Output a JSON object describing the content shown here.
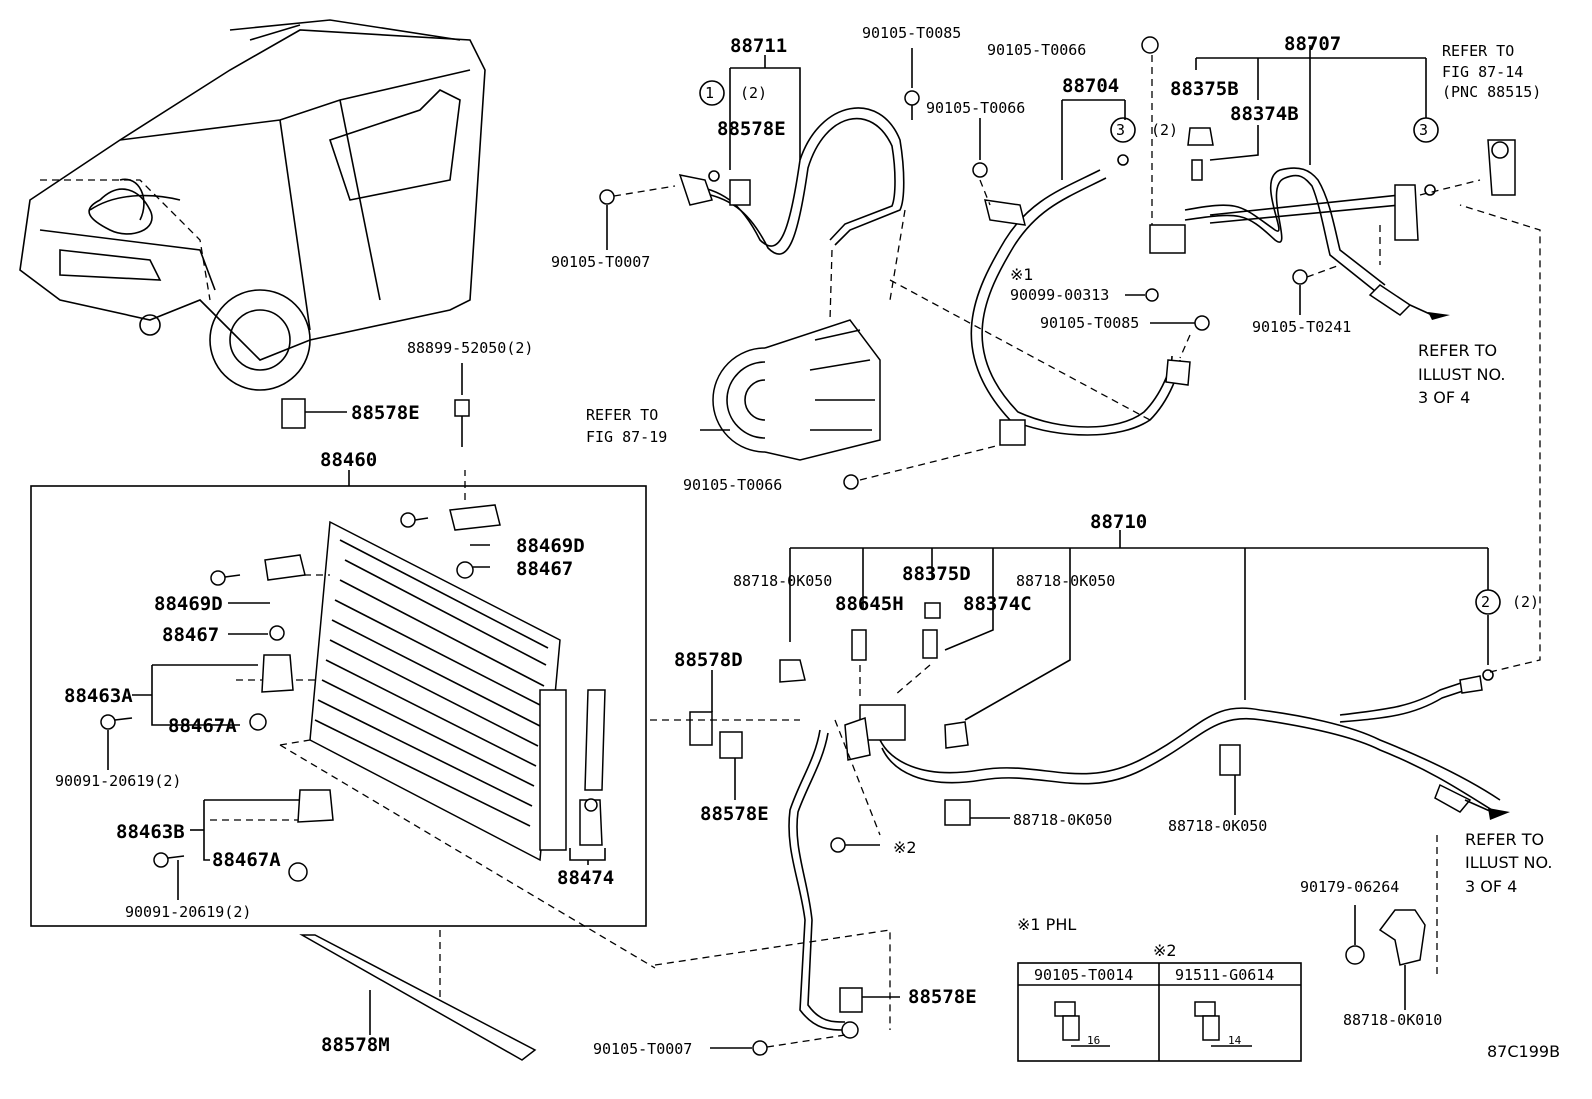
{
  "labels": {
    "p88711": "88711",
    "p90105_T0085_a": "90105-T0085",
    "p90105_T0066_a": "90105-T0066",
    "p88707": "88707",
    "refer_fig_87_14_line1": "REFER TO",
    "refer_fig_87_14_line2": "FIG 87-14",
    "refer_fig_87_14_line3": "(PNC 88515)",
    "p88578E_a": "88578E",
    "p88704": "88704",
    "p90105_T0066_b": "90105-T0066",
    "p88375B": "88375B",
    "p88374B": "88374B",
    "p90105_T0007_a": "90105-T0007",
    "mark1": "※1",
    "p90099_00313": "90099-00313",
    "p90105_T0085_b": "90105-T0085",
    "p90105_T0241": "90105-T0241",
    "refer_illust_a_line1": "REFER TO",
    "refer_illust_a_line2": "ILLUST NO.",
    "refer_illust_a_line3": "3 OF 4",
    "p88899_52050": "88899-52050(2)",
    "p88578E_b": "88578E",
    "refer_fig_87_19_line1": "REFER TO",
    "refer_fig_87_19_line2": "FIG 87-19",
    "p88460": "88460",
    "p90105_T0066_c": "90105-T0066",
    "p88469D_a": "88469D",
    "p88467_a": "88467",
    "p88469D_b": "88469D",
    "p88467_b": "88467",
    "p88463A": "88463A",
    "p88467A_a": "88467A",
    "p90091_20619_a": "90091-20619(2)",
    "p88463B": "88463B",
    "p88467A_b": "88467A",
    "p88474": "88474",
    "p90091_20619_b": "90091-20619(2)",
    "p88578M": "88578M",
    "p88710": "88710",
    "p88718_0K050_a": "88718-0K050",
    "p88375D": "88375D",
    "p88718_0K050_b": "88718-0K050",
    "p88645H": "88645H",
    "p88374C": "88374C",
    "p88578D": "88578D",
    "p88578E_c": "88578E",
    "p88718_0K050_c": "88718-0K050",
    "p88718_0K050_d": "88718-0K050",
    "mark2": "※2",
    "refer_illust_b_line1": "REFER TO",
    "refer_illust_b_line2": "ILLUST NO.",
    "refer_illust_b_line3": "3 OF 4",
    "p90179_06264": "90179-06264",
    "p88718_0K010": "88718-0K010",
    "p88578E_d": "88578E",
    "p90105_T0007_b": "90105-T0007",
    "note_phl": "※1 PHL",
    "table_mark": "※2",
    "table_col1": "90105-T0014",
    "table_col2": "91511-G0614",
    "dim16": "16",
    "dim14": "14",
    "circle1": "1",
    "circle2": "2",
    "circle3a": "3",
    "circle3b": "3",
    "qty_a": "(2)",
    "qty_b": "(2)",
    "qty_c": "(2)",
    "figure_id": "87C199B"
  }
}
